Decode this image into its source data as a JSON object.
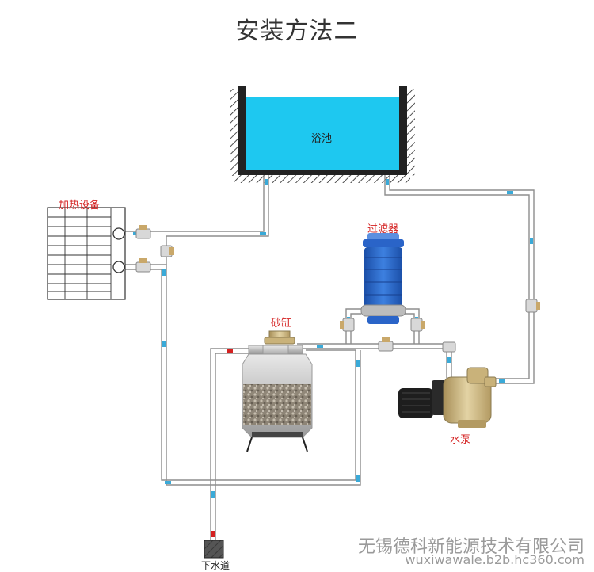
{
  "title": "安装方法二",
  "labels": {
    "pool": "浴池",
    "heater": "加热设备",
    "filter": "过滤器",
    "sand_tank": "砂缸",
    "pump": "水泵",
    "drain": "下水道"
  },
  "footer": {
    "company": "无锡德科新能源技术有限公司",
    "website": "wuxiwawale.b2b.hc360.com"
  },
  "colors": {
    "water": "#1ec8f0",
    "wall": "#222222",
    "pipe": "#9a9a9a",
    "flow_arrow": "#3aaad8",
    "valve": "#c9a86a",
    "filter": "#2a64c8",
    "pump_body": "#c9b27a",
    "label_red": "#d42020"
  }
}
